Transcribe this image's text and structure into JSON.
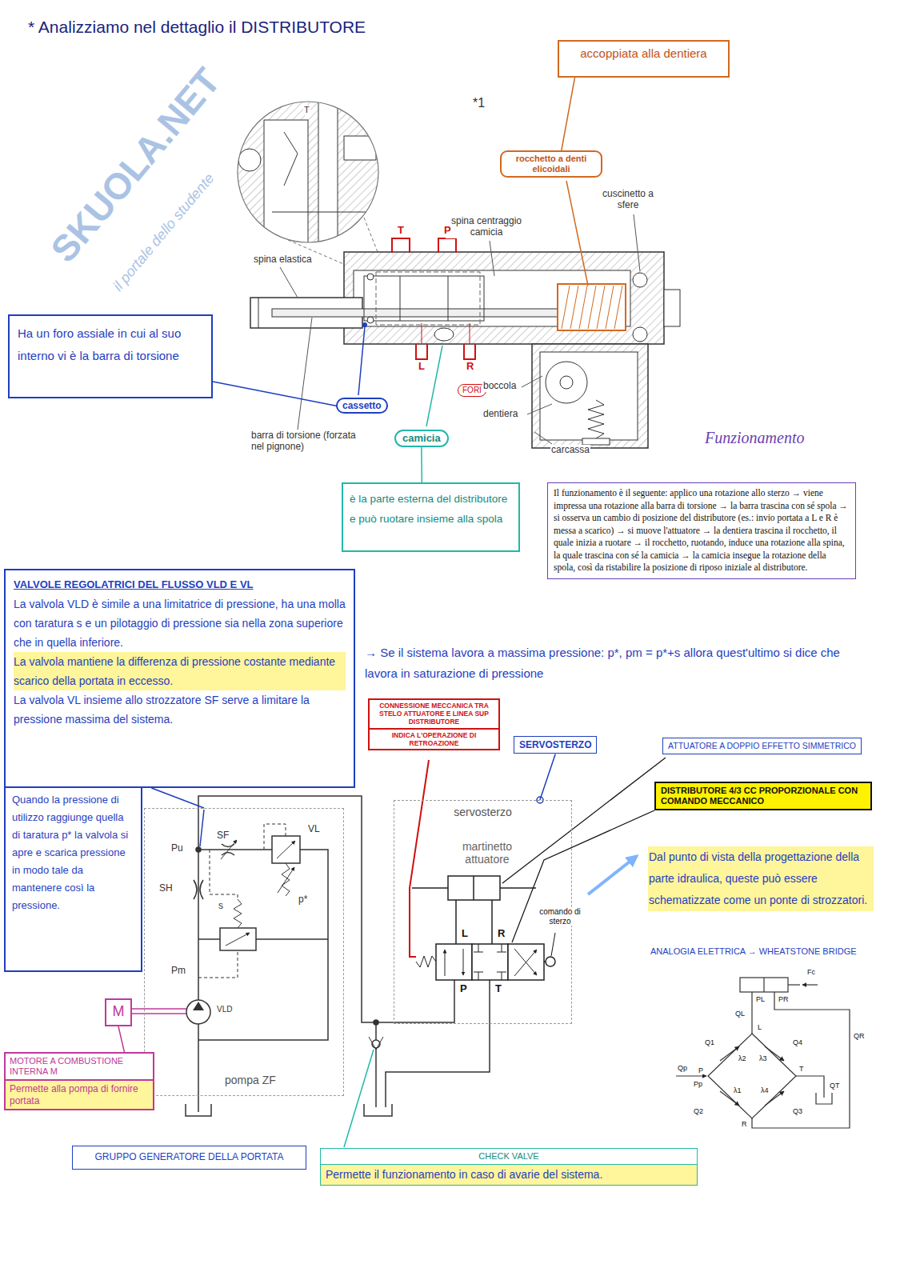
{
  "diagram": {
    "title": "* Analizziamo nel dettaglio il DISTRIBUTORE",
    "nodes": [
      {
        "text": [
          "accoppiata alla dentiera"
        ]
      },
      {
        "text": [
          "rocchetto a denti elicoidali"
        ]
      },
      {
        "text": [
          "Ha un foro assiale in cui al suo interno vi è la barra di torsione"
        ]
      },
      {
        "text": [
          "cassetto"
        ]
      },
      {
        "text": [
          "FORI"
        ]
      },
      {
        "text": [
          "camicia"
        ]
      },
      {
        "text": [
          "è la parte esterna del distributore e può ruotare insieme alla spola"
        ]
      },
      {
        "text": [
          "Il funzionamento è il seguente: applico una rotazione allo sterzo → viene impressa una rotazione alla barra di torsione → la barra trascina con sé spola → si osserva un cambio di posizione del distributore (es.: invio portata a L e R è messa a scarico) → si muove l'attuatore → la dentiera trascina il rocchetto, il quale inizia a ruotare → il rocchetto, ruotando, induce una rotazione alla spina, la quale trascina con sé la camicia → la camicia insegue la rotazione della spola, così da ristabilire la posizione di riposo iniziale al distributore."
        ]
      },
      {
        "text": [
          "VALVOLE REGOLATRICI DEL FLUSSO VLD E VL",
          "La valvola VLD è simile a una limitatrice di pressione, ha una molla con taratura s e un pilotaggio di pressione sia nella zona superiore che in quella inferiore.",
          "La valvola mantiene la differenza di pressione costante mediante scarico della portata in eccesso.",
          "La valvola VL insieme allo strozzatore SF serve a limitare la pressione massima del sistema."
        ]
      },
      {
        "text": [
          "Quando la pressione di utilizzo raggiunge quella di taratura p* la valvola si apre e scarica pressione in modo tale da mantenere così la pressione."
        ]
      },
      {
        "text": [
          "CONNESSIONE MECCANICA TRA STELO ATTUATORE E LINEA SUP DISTRIBUTORE",
          "INDICA L'OPERAZIONE DI RETROAZIONE"
        ]
      },
      {
        "text": [
          "SERVOSTERZO"
        ]
      },
      {
        "text": [
          "ATTUATORE A DOPPIO EFFETTO SIMMETRICO"
        ]
      },
      {
        "text": [
          "DISTRIBUTORE 4/3 CC PROPORZIONALE CON COMANDO MECCANICO"
        ]
      },
      {
        "text": [
          "servosterzo"
        ]
      },
      {
        "text": [
          "pompa ZF"
        ]
      },
      {
        "text": [
          "M"
        ]
      },
      {
        "text": [
          "MOTORE A COMBUSTIONE INTERNA M",
          "Permette alla pompa di fornire portata"
        ]
      },
      {
        "text": [
          "GRUPPO GENERATORE DELLA PORTATA"
        ]
      },
      {
        "text": [
          "CHECK VALVE",
          "Permette il funzionamento in caso di avarie del sistema."
        ]
      }
    ],
    "edges": [
      {
        "from": 0,
        "to": 1,
        "arrow": "none"
      },
      {
        "from": 2,
        "to": 3,
        "arrow": "none"
      },
      {
        "from": 5,
        "to": 6,
        "arrow": "none"
      },
      {
        "from": 8,
        "to": 15,
        "arrow": "none"
      },
      {
        "from": 11,
        "to": 14,
        "arrow": "none"
      },
      {
        "from": 17,
        "to": 16,
        "arrow": "none"
      }
    ],
    "labels": [
      "*1",
      "T",
      "spina elastica",
      "spina centraggio camicia",
      "cuscinetto a sfere",
      "T",
      "P",
      "L",
      "R",
      "boccola",
      "dentiera",
      "barra di torsione (forzata nel pignone)",
      "carcassa",
      "Funzionamento",
      "→ Se il sistema lavora a massima pressione: p*, pm = p*+s allora quest'ultimo si dice che lavora in saturazione di pressione",
      "martinetto attuatore",
      "comando di sterzo",
      "L",
      "R",
      "P",
      "T",
      "Pu",
      "SF",
      "VL",
      "SH",
      "s",
      "p*",
      "Pm",
      "VLD",
      "Dal punto di vista della progettazione della parte idraulica, queste può essere schematizzate come un ponte di strozzatori.",
      "ANALOGIA ELETTRICA → WHEATSTONE BRIDGE",
      "Fc",
      "PL",
      "PR",
      "QL",
      "QR",
      "Q1",
      "Q4",
      "L",
      "λ2",
      "λ3",
      "Qp",
      "P",
      "Pp",
      "T",
      "QT",
      "λ1",
      "λ4",
      "Q2",
      "Q3",
      "R",
      "SKUOLA.NET",
      "il portale dello studente"
    ]
  }
}
